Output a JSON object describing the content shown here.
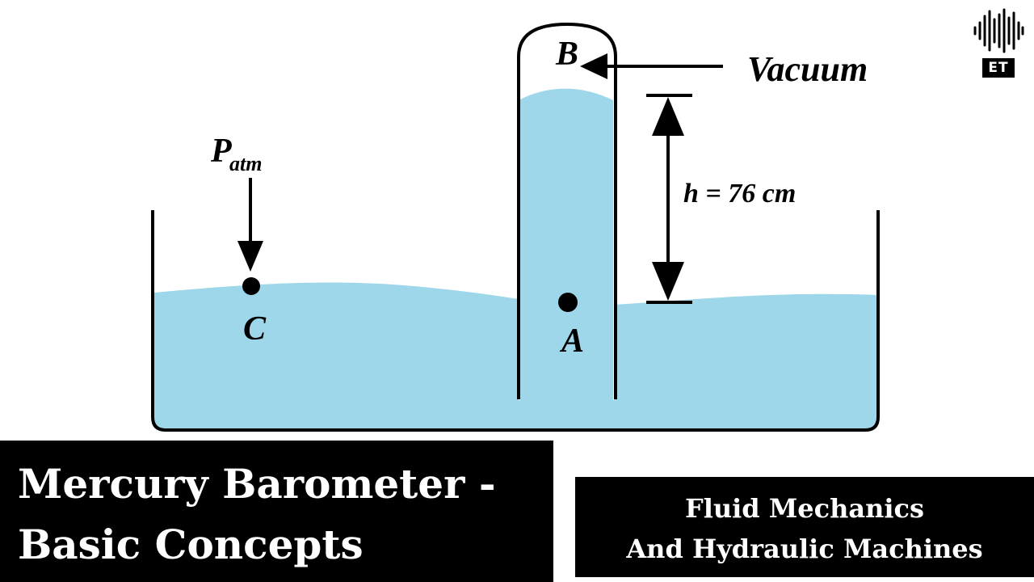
{
  "diagram": {
    "labels": {
      "point_b": "B",
      "vacuum": "Vacuum",
      "p": "P",
      "atm": "atm",
      "point_c": "C",
      "point_a": "A",
      "height": "h = 76 cm"
    },
    "colors": {
      "fluid": "#9dd7e9",
      "line": "#000000"
    }
  },
  "title": {
    "line1": "Mercury Barometer -",
    "line2": "Basic Concepts"
  },
  "subject": {
    "line1": "Fluid Mechanics",
    "line2": "And Hydraulic Machines"
  },
  "logo": {
    "text": "ET",
    "icon": "sound-wave-icon"
  }
}
